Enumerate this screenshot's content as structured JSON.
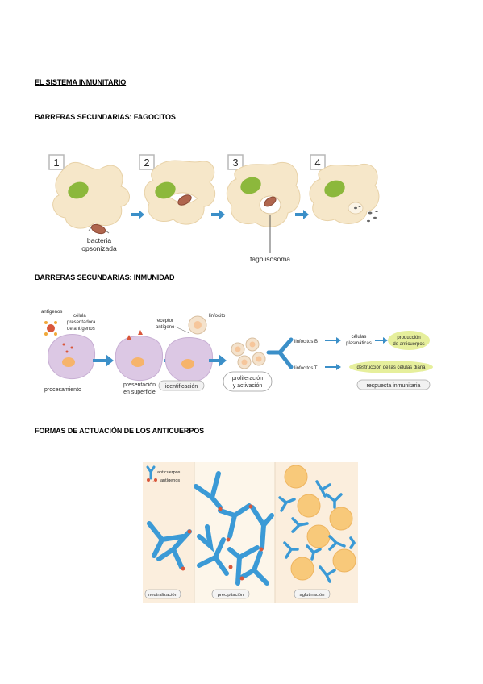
{
  "document": {
    "title": "EL SISTEMA INMUNITARIO",
    "section1_heading": "BARRERAS SECUNDARIAS: FAGOCITOS",
    "section2_heading": "BARRERAS SECUNDARIAS: INMUNIDAD",
    "section3_heading": "FORMAS DE ACTUACIÓN DE LOS ANTICUERPOS"
  },
  "phagocytosis": {
    "steps": [
      "1",
      "2",
      "3",
      "4"
    ],
    "bacteria_label_1": "bacteria",
    "bacteria_label_2": "opsonizada",
    "phagolysosome_label": "fagolisosoma"
  },
  "immunity": {
    "antigens": "antígenos",
    "apc_1": "célula",
    "apc_2": "presentadora",
    "apc_3": "de antígenos",
    "receptor_1": "receptor",
    "receptor_2": "antígeno",
    "lymphocyte": "linfocito",
    "processing": "procesamiento",
    "presentation_1": "presentación",
    "presentation_2": "en superficie",
    "identification": "identificación",
    "proliferation_1": "proliferación",
    "proliferation_2": "y activación",
    "b_lymphocytes": "linfocitos B",
    "t_lymphocytes": "linfocitos T",
    "plasma_1": "células",
    "plasma_2": "plasmáticas",
    "antibody_prod_1": "producción",
    "antibody_prod_2": "de anticuerpos",
    "target_destruction": "destrucción de las células diana",
    "immune_response": "respuesta inmunitaria"
  },
  "antibodies": {
    "legend_antibodies": "anticuerpos",
    "legend_antigens": "antígenos",
    "neutralization": "neutralización",
    "precipitation": "precipitación",
    "agglutination": "aglutinación"
  }
}
